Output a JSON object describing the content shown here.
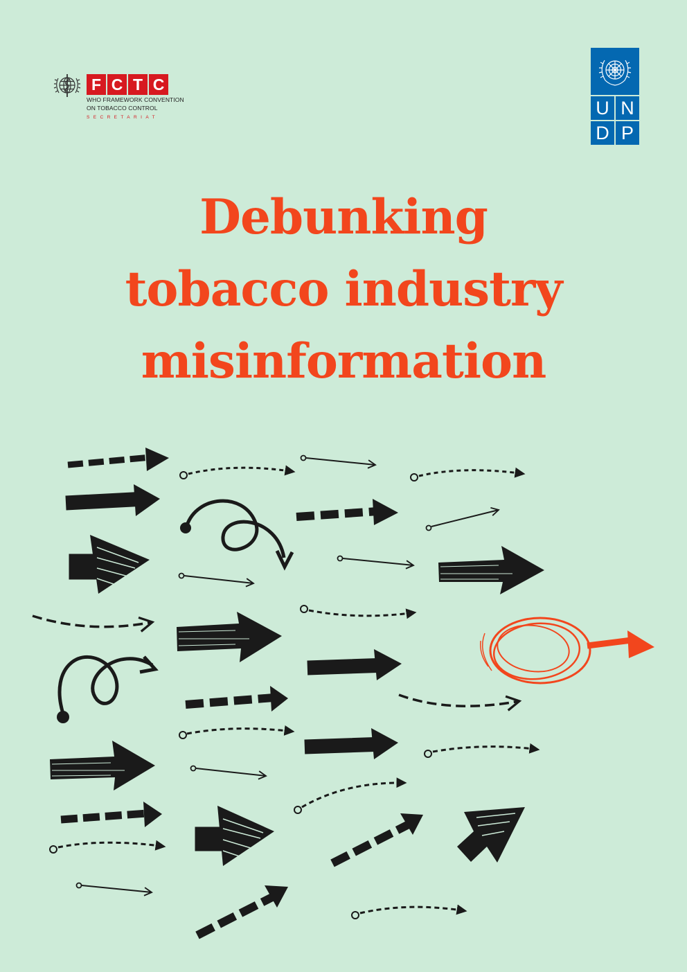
{
  "logos": {
    "fctc": {
      "letters": [
        "F",
        "C",
        "T",
        "C"
      ],
      "line1": "WHO FRAMEWORK CONVENTION",
      "line2": "ON TOBACCO CONTROL",
      "line3": "SECRETARIAT"
    },
    "undp": {
      "letters": [
        "U",
        "N",
        "D",
        "P"
      ]
    }
  },
  "title": {
    "line1": "Debunking",
    "line2": "tobacco industry",
    "line3": "misinformation"
  },
  "colors": {
    "background": "#cdebd8",
    "title": "#f2461d",
    "fctc_red": "#d71920",
    "undp_blue": "#0468b1",
    "arrows": "#1a1a1a",
    "highlight_arrow": "#f2461d"
  }
}
